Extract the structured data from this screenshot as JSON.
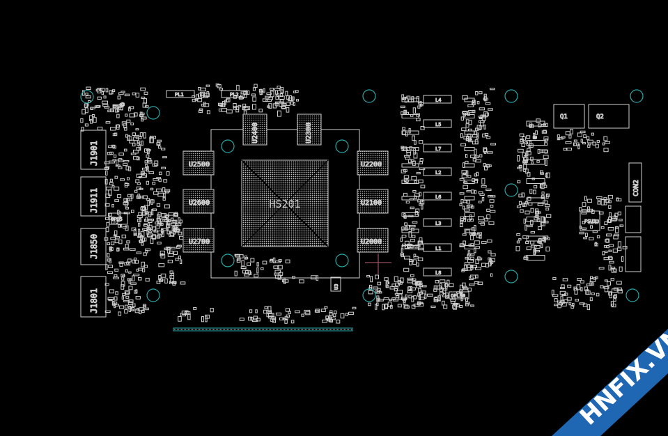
{
  "colors": {
    "background": "#000000",
    "outline": "#cfcfcf",
    "mount_hole": "#2aa8a8",
    "marker": "#c0607a",
    "watermark_band": "#1f67b3"
  },
  "labels": {
    "gpu": "HS201",
    "u2400": "U2400",
    "u2300": "U2300",
    "u2500": "U2500",
    "u2600": "U2600",
    "u2700": "U2700",
    "u2200": "U2200",
    "u2100": "U2100",
    "u2000": "U2000",
    "j1901": "J1901",
    "j1911": "J1911",
    "j1850": "J1850",
    "j1801": "J1801",
    "con2": "CON2",
    "u3": "U3",
    "pl1": "PL1",
    "pl2": "PL2",
    "opu5": "OPU5",
    "opl50": "OPL50",
    "psu1": "PSU1",
    "q1": "Q1",
    "q2": "Q2",
    "l4": "L4",
    "l5": "L5",
    "l7": "L7",
    "l2": "L2",
    "l6": "L6",
    "l3": "L3",
    "l1": "L1",
    "l8": "L8"
  },
  "watermark": {
    "text": "HNFIX.VN"
  }
}
